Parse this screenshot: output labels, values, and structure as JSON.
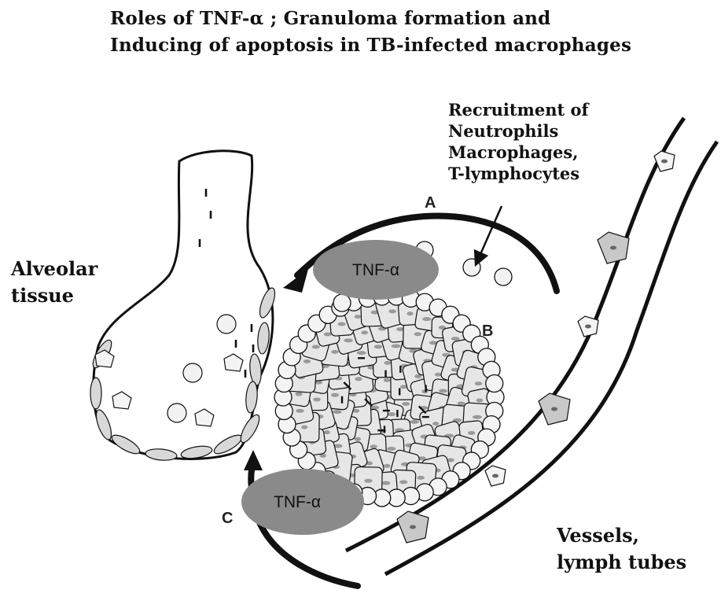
{
  "title": {
    "line1": "Roles of TNF-α ; Granuloma formation and",
    "line2": "Inducing of apoptosis in TB-infected macrophages"
  },
  "labels": {
    "recruitment": [
      "Recruitment of",
      "Neutrophils",
      "Macrophages,",
      "T-lymphocytes"
    ],
    "alveolar": [
      "Alveolar",
      "tissue"
    ],
    "vessels": [
      "Vessels,",
      "lymph tubes"
    ]
  },
  "markers": {
    "a": "A",
    "b": "B",
    "c": "C"
  },
  "tnf": {
    "top": "TNF-α",
    "bottom": "TNF-α"
  },
  "colors": {
    "ellipse": "#8a8a8a",
    "stroke": "#111111",
    "cell_fill": "#e6e6e6",
    "nucleus": "#9a9a9a"
  }
}
